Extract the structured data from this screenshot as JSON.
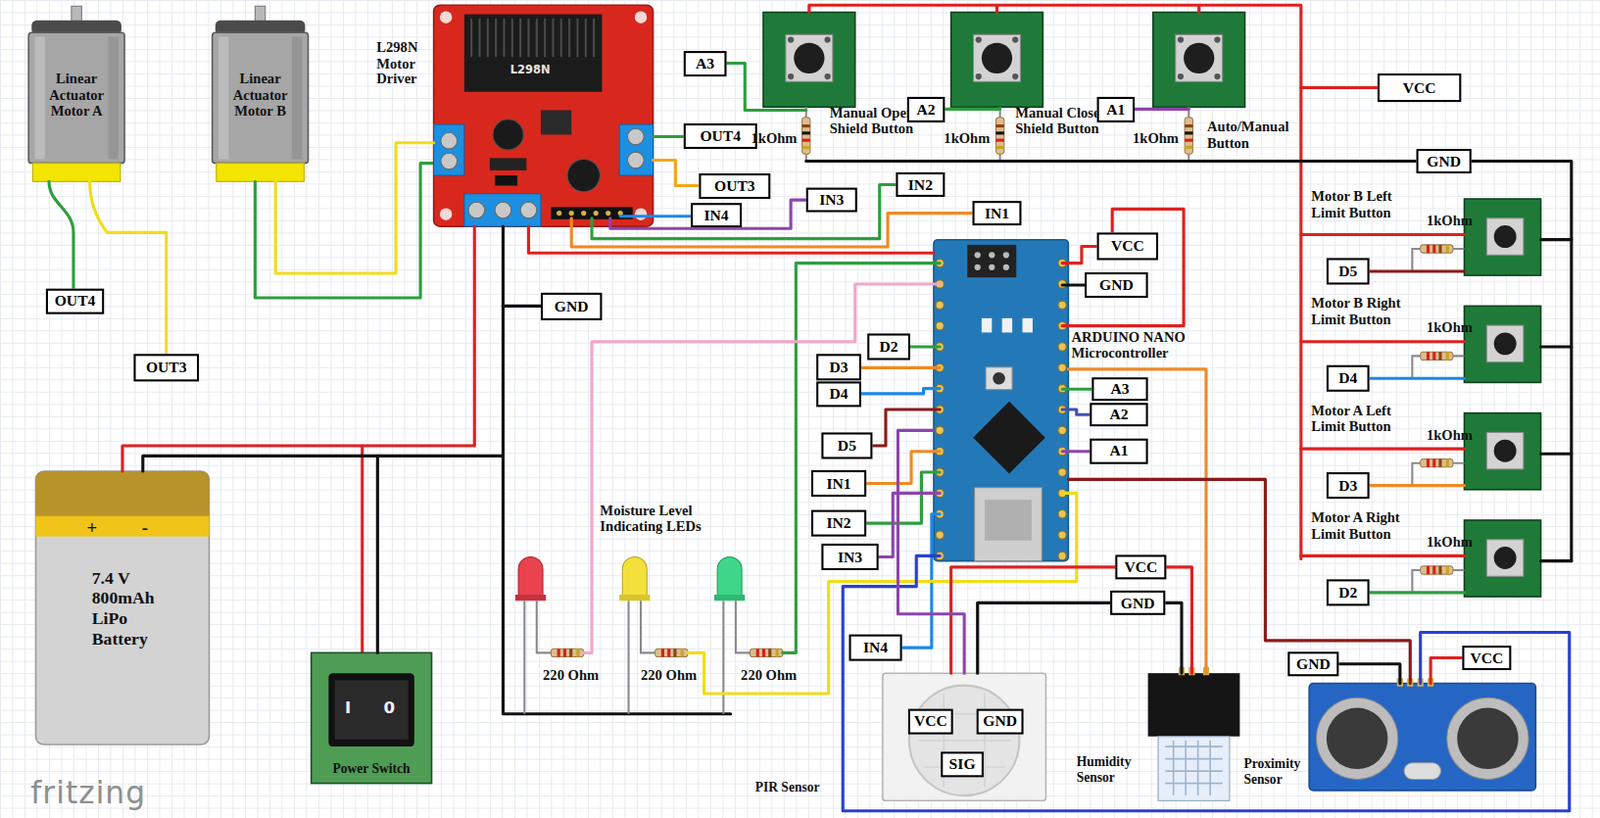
{
  "diagram": {
    "nodes": [
      {
        "text": [
          "Linear Actuator Motor A"
        ]
      },
      {
        "text": [
          "Linear Actuator Motor B"
        ]
      },
      {
        "text": [
          "L298N Motor Driver"
        ]
      },
      {
        "text": [
          "+",
          "-",
          "7.4 V 800mAh LiPo Battery"
        ]
      },
      {
        "text": [
          "Power Switch"
        ]
      },
      {
        "text": [
          "Manual Open Shield Button"
        ]
      },
      {
        "text": [
          "Manual Close Shield Button"
        ]
      },
      {
        "text": [
          "Auto/Manual Button"
        ]
      },
      {
        "text": [
          "Motor B Left Limit Button"
        ]
      },
      {
        "text": [
          "Motor B Right Limit Button"
        ]
      },
      {
        "text": [
          "Motor A Left Limit Button"
        ]
      },
      {
        "text": [
          "Motor A Right Limit Button"
        ]
      },
      {
        "text": [
          "ARDUINO NANO Microcontroller"
        ]
      },
      {
        "text": [
          "PIR Sensor"
        ]
      },
      {
        "text": [
          "Humidity Sensor"
        ]
      },
      {
        "text": [
          "Proximity Sensor"
        ]
      }
    ],
    "edges": [
      {
        "from": 3,
        "to": 2,
        "arrow": "none"
      },
      {
        "from": 3,
        "to": 4,
        "arrow": "none"
      },
      {
        "from": 1,
        "to": 2,
        "arrow": "none"
      },
      {
        "from": 2,
        "to": 12,
        "arrow": "none"
      },
      {
        "from": 13,
        "to": 12,
        "arrow": "none"
      },
      {
        "from": 14,
        "to": 12,
        "arrow": "none"
      },
      {
        "from": 15,
        "to": 12,
        "arrow": "none"
      }
    ],
    "labels": [
      "OUT4",
      "OUT3",
      "OUT4",
      "OUT3",
      "IN4",
      "IN3",
      "IN2",
      "IN1",
      "GND",
      "A3",
      "A2",
      "A1",
      "VCC",
      "GND",
      "1kOhm",
      "1kOhm",
      "1kOhm",
      "VCC",
      "GND",
      "D2",
      "D3",
      "D4",
      "D5",
      "IN1",
      "IN2",
      "IN3",
      "IN4",
      "A3",
      "A2",
      "A1",
      "D5",
      "1kOhm",
      "D4",
      "1kOhm",
      "D3",
      "1kOhm",
      "D2",
      "1kOhm",
      "Moisture Level Indicating LEDs",
      "220 Ohm",
      "220 Ohm",
      "220 Ohm",
      "VCC",
      "GND",
      "VCC",
      "GND",
      "SIG",
      "GND",
      "VCC",
      "L298N",
      "fritzing",
      "I",
      "0"
    ]
  }
}
